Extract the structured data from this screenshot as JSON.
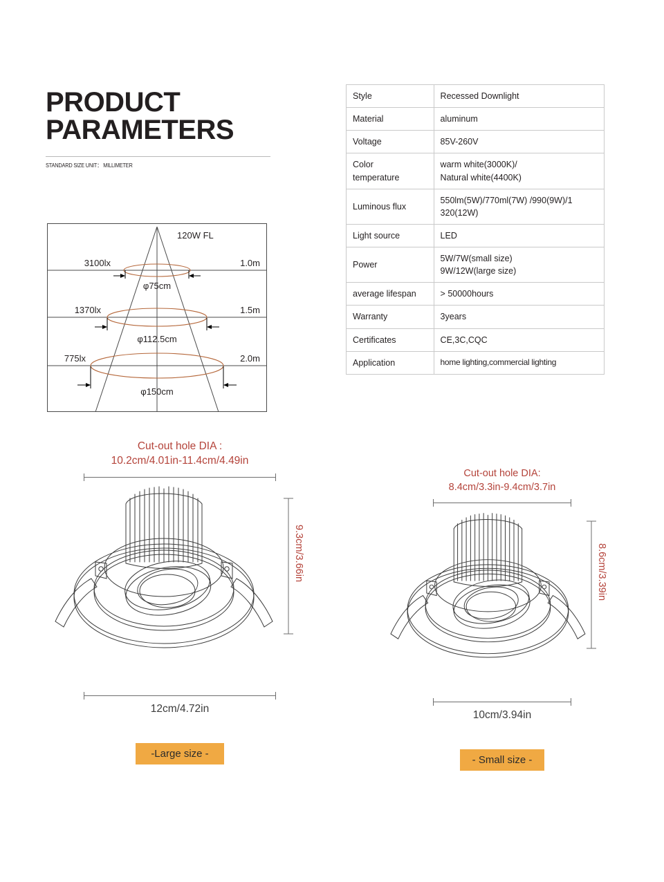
{
  "heading": {
    "title_line1": "PRODUCT",
    "title_line2": "PARAMETERS",
    "subtitle": "STANDARD SIZE UNIT： MILLIMETER"
  },
  "beam_diagram": {
    "source_label": "120W FL",
    "levels": [
      {
        "lux": "3100lx",
        "height": "1.0m",
        "diameter": "φ75cm"
      },
      {
        "lux": "1370lx",
        "height": "1.5m",
        "diameter": "φ112.5cm"
      },
      {
        "lux": "775lx",
        "height": "2.0m",
        "diameter": "φ150cm"
      }
    ]
  },
  "spec_table": {
    "rows": [
      {
        "key": "Style",
        "values": [
          "Recessed Downlight"
        ]
      },
      {
        "key": "Material",
        "values": [
          "aluminum"
        ]
      },
      {
        "key": "Voltage",
        "values": [
          "85V-260V"
        ]
      },
      {
        "key": "Color temperature",
        "key_line1": "Color",
        "key_line2": "temperature",
        "values": [
          "warm white(3000K)/",
          "Natural white(4400K)"
        ]
      },
      {
        "key": "Luminous flux",
        "values": [
          "550lm(5W)/770ml(7W) /990(9W)/1",
          "320(12W)"
        ]
      },
      {
        "key": "Light source",
        "values": [
          "LED"
        ]
      },
      {
        "key": "Power",
        "values": [
          "5W/7W(small size)",
          "9W/12W(large size)"
        ]
      },
      {
        "key": "average lifespan",
        "values": [
          "> 50000hours"
        ]
      },
      {
        "key": "Warranty",
        "values": [
          "3years"
        ]
      },
      {
        "key": "Certificates",
        "values": [
          "CE,3C,CQC"
        ]
      },
      {
        "key": "Application",
        "values": [
          "home lighting,commercial lighting"
        ]
      }
    ]
  },
  "large_product": {
    "cutout_line1": "Cut-out hole DIA :",
    "cutout_line2": "10.2cm/4.01in-11.4cm/4.49in",
    "height_label": "9.3cm/3.66in",
    "width_label": "12cm/4.72in",
    "badge": "-Large size -"
  },
  "small_product": {
    "cutout_line1": "Cut-out hole DIA:",
    "cutout_line2": "8.4cm/3.3in-9.4cm/3.7in",
    "height_label": "8.6cm/3.39in",
    "width_label": "10cm/3.94in",
    "badge": "- Small size -"
  },
  "colors": {
    "accent_orange": "#f0a943",
    "dimension_red": "#b4433a",
    "beam_ellipse": "#b5673a",
    "table_border": "#c9c9c9",
    "ink": "#231f20"
  }
}
